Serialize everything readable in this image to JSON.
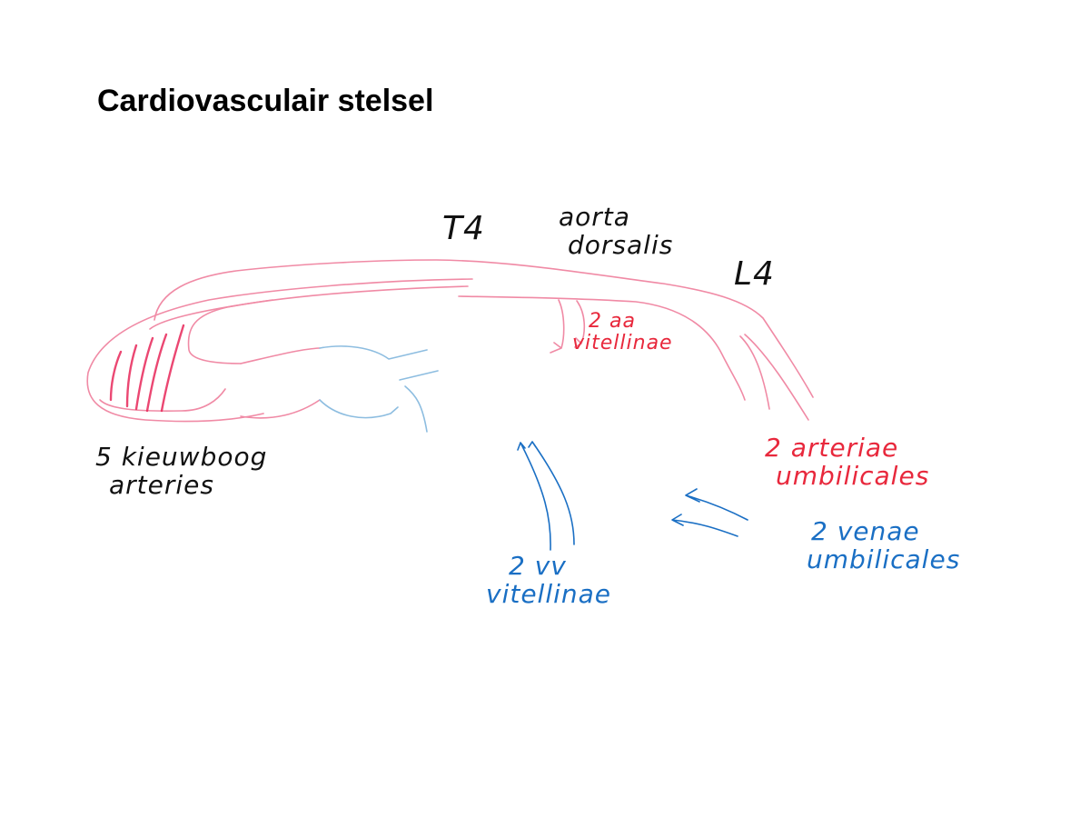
{
  "title": "Cardiovasculair stelsel",
  "labels": {
    "t4": "T4",
    "aorta_line1": "aorta",
    "aorta_line2": "dorsalis",
    "l4": "L4",
    "aa_vit_line1": "2 aa",
    "aa_vit_line2": "vitellinae",
    "kieuw_line1": "5 kieuwboog",
    "kieuw_line2": "arteries",
    "art_umb_line1": "2 arteriae",
    "art_umb_line2": "umbilicales",
    "ven_umb_line1": "2 venae",
    "ven_umb_line2": "umbilicales",
    "vv_vit_line1": "2 vv",
    "vv_vit_line2": "vitellinae"
  },
  "colors": {
    "artery": "#f08aa5",
    "gill_arch": "#e8285a",
    "heart": "#8dbde0",
    "vein": "#1a6fc4",
    "red_text": "#e8283c",
    "black_text": "#111111"
  }
}
